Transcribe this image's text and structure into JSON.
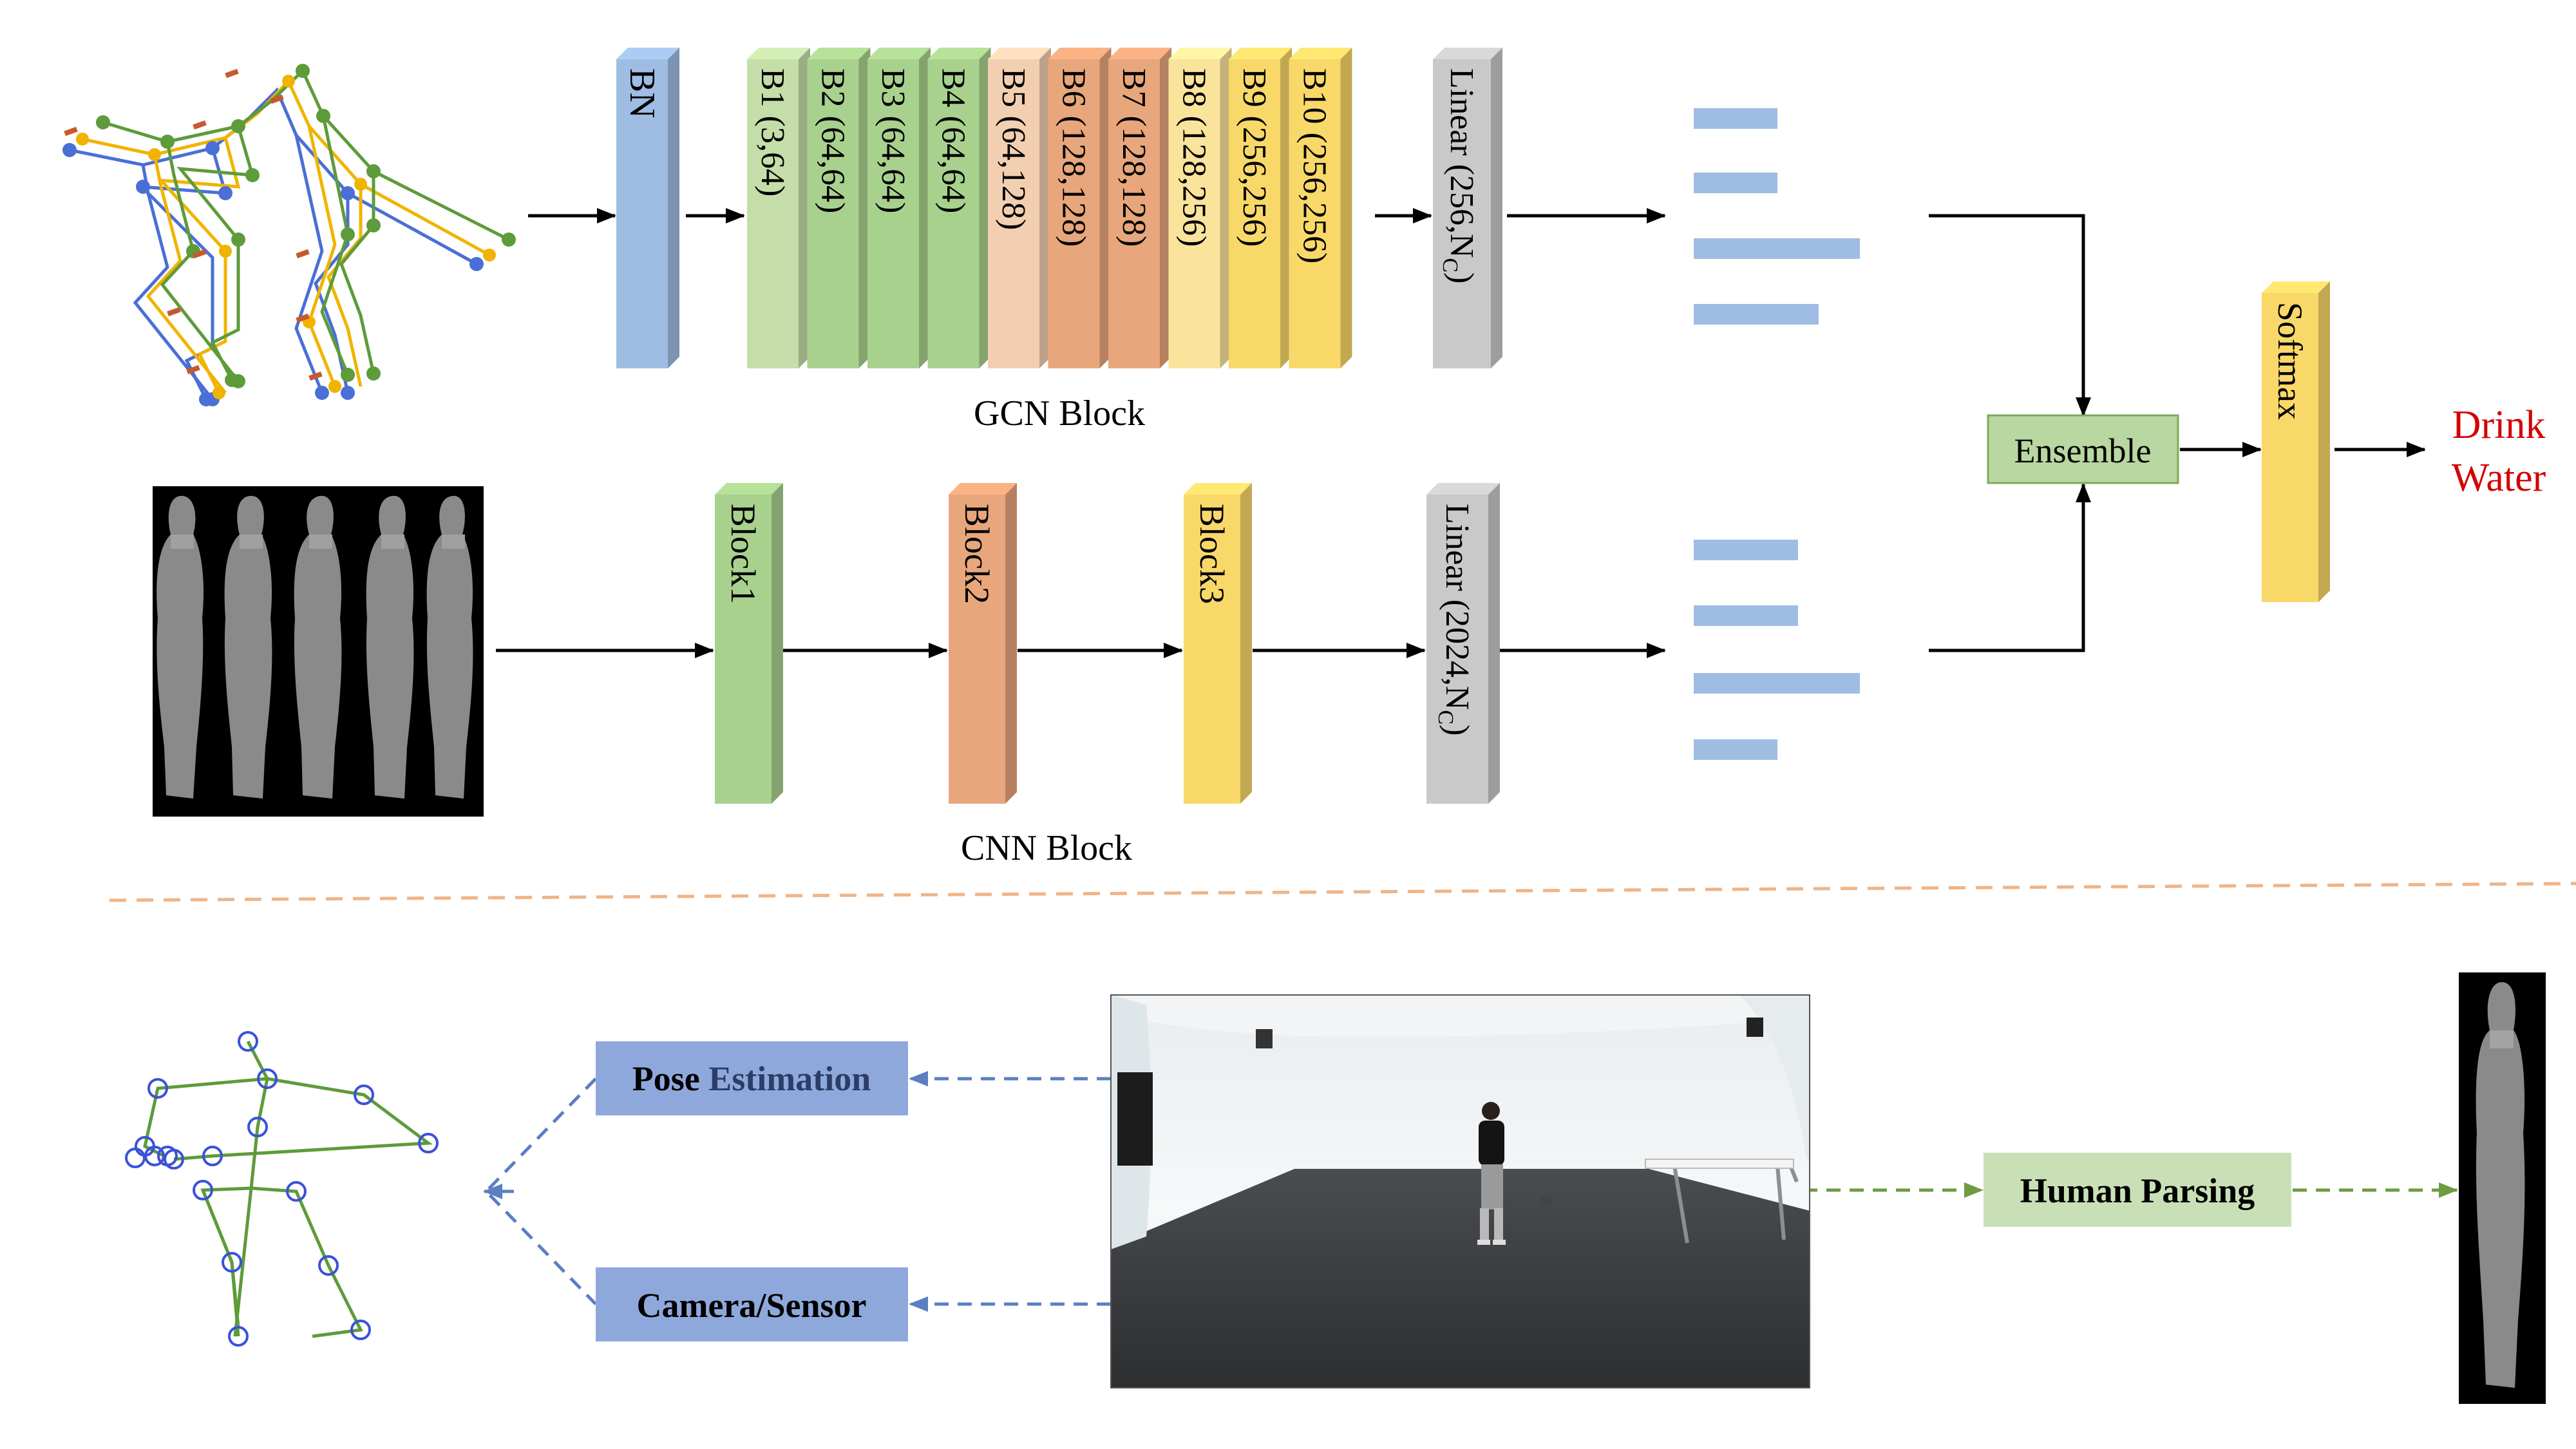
{
  "colors": {
    "blue": "#9fbde3",
    "green_light": "#c5dea9",
    "green": "#a9d18e",
    "orange_light": "#f3cfb2",
    "orange": "#e8a67c",
    "yellow_light": "#fae49c",
    "yellow": "#f9d86a",
    "gray": "#c9c9c9",
    "arrow": "#000000",
    "dashed_orange": "#f0b486",
    "dashed_blue": "#5b7fc0",
    "dashed_green": "#6e9c42",
    "output_red": "#d40000",
    "pose_box": "#8fa8dc",
    "parsing_box": "#c9e0b6",
    "ensemble_box": "#b9d7a0"
  },
  "gcn": {
    "bn": "BN",
    "blocks": [
      {
        "label": "B1 (3,64)",
        "color": "green_light"
      },
      {
        "label": "B2 (64,64)",
        "color": "green"
      },
      {
        "label": "B3 (64,64)",
        "color": "green"
      },
      {
        "label": "B4 (64,64)",
        "color": "green"
      },
      {
        "label": "B5 (64,128)",
        "color": "orange_light"
      },
      {
        "label": "B6 (128,128)",
        "color": "orange"
      },
      {
        "label": "B7 (128,128)",
        "color": "orange"
      },
      {
        "label": "B8 (128,256)",
        "color": "yellow_light"
      },
      {
        "label": "B9 (256,256)",
        "color": "yellow"
      },
      {
        "label": "B10 (256,256)",
        "color": "yellow"
      }
    ],
    "linear_prefix": "Linear (256,N",
    "linear_sub": "C",
    "linear_suffix": ")",
    "caption": "GCN Block"
  },
  "cnn": {
    "blocks": [
      "Block1",
      "Block2",
      "Block3"
    ],
    "linear_prefix": "Linear (2024,N",
    "linear_sub": "C",
    "linear_suffix": ")",
    "caption": "CNN Block"
  },
  "fusion": {
    "ensemble": "Ensemble",
    "softmax": "Softmax",
    "output_line1": "Drink",
    "output_line2": "Water"
  },
  "bottom": {
    "pose_estimation_bold": "Pose ",
    "pose_estimation_rest": "Estimation",
    "camera_sensor": "Camera/Sensor",
    "human_parsing": "Human Parsing"
  }
}
